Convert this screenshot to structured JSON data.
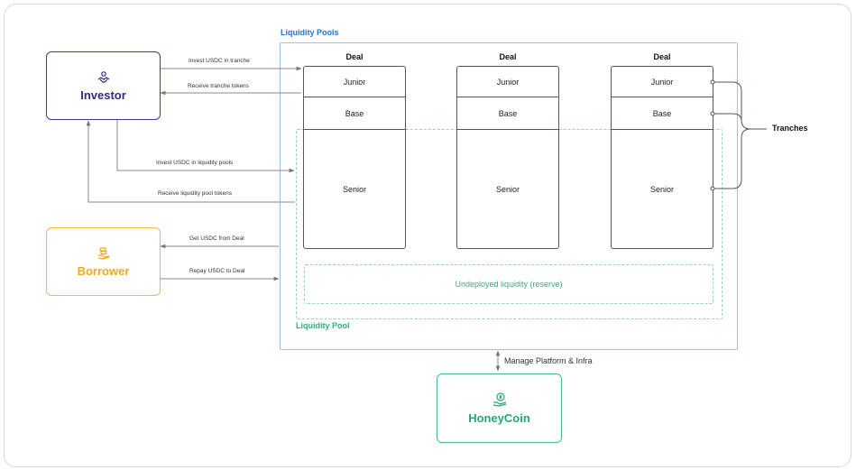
{
  "parties": {
    "investor": {
      "name": "Investor",
      "icon": "handshake-icon"
    },
    "borrower": {
      "name": "Borrower",
      "icon": "hand-coins-icon"
    },
    "honeycoin": {
      "name": "HoneyCoin",
      "icon": "coin-hand-icon"
    }
  },
  "pools": {
    "title": "Liquidity Pools",
    "pool_label": "Liquidity Pool",
    "reserve_label": "Undeployed liquidity (reserve)",
    "deals": [
      {
        "title": "Deal",
        "tiers": [
          "Junior",
          "Base",
          "Senior"
        ]
      },
      {
        "title": "Deal",
        "tiers": [
          "Junior",
          "Base",
          "Senior"
        ]
      },
      {
        "title": "Deal",
        "tiers": [
          "Junior",
          "Base",
          "Senior"
        ]
      }
    ]
  },
  "edges": {
    "invest_tranche": "Invest USDC in tranche",
    "receive_tranche": "Receive tranche tokens",
    "invest_pool": "Invest USDC in liquidity pools",
    "receive_pool": "Receive liquidity pool tokens",
    "get_usdc": "Get USDC from Deal",
    "repay_usdc": "Repay USDC to Deal",
    "manage": "Manage Platform & Infra"
  },
  "tranches_label": "Tranches",
  "colors": {
    "investor": "#2b2d7a",
    "borrower": "#f0a820",
    "honeycoin": "#25a876",
    "pools_border": "#9cc3ea",
    "pool_dashed": "#8fd8bb"
  }
}
